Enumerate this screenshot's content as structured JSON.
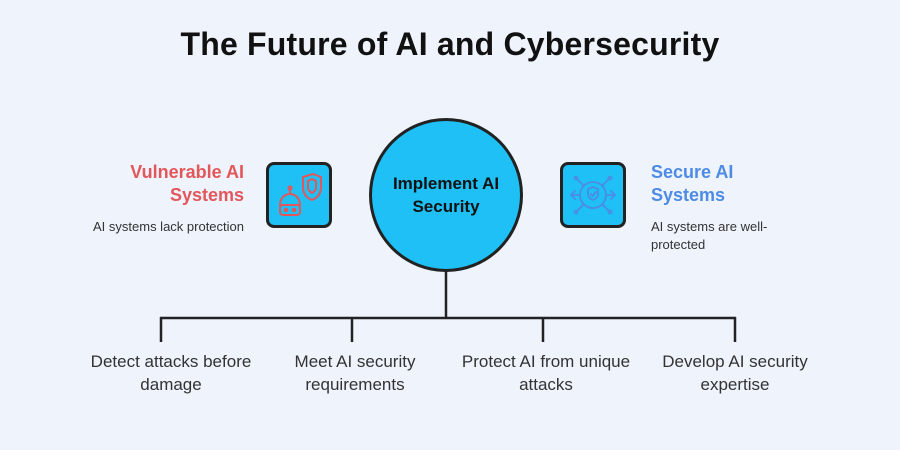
{
  "title": "The Future of AI and Cybersecurity",
  "center": {
    "label": "Implement AI Security"
  },
  "left": {
    "title": "Vulnerable AI Systems",
    "description": "AI systems lack protection",
    "icon": "robot-shield-icon",
    "title_color": "#e3575b"
  },
  "right": {
    "title": "Secure AI Systems",
    "description": "AI systems are well-protected",
    "icon": "shield-network-icon",
    "title_color": "#4d8be4"
  },
  "steps": [
    "Detect attacks before damage",
    "Meet AI security requirements",
    "Protect AI from unique attacks",
    "Develop AI security expertise"
  ],
  "colors": {
    "background": "#eef3fc",
    "accent_fill": "#1ec0f5",
    "outline": "#222222"
  }
}
